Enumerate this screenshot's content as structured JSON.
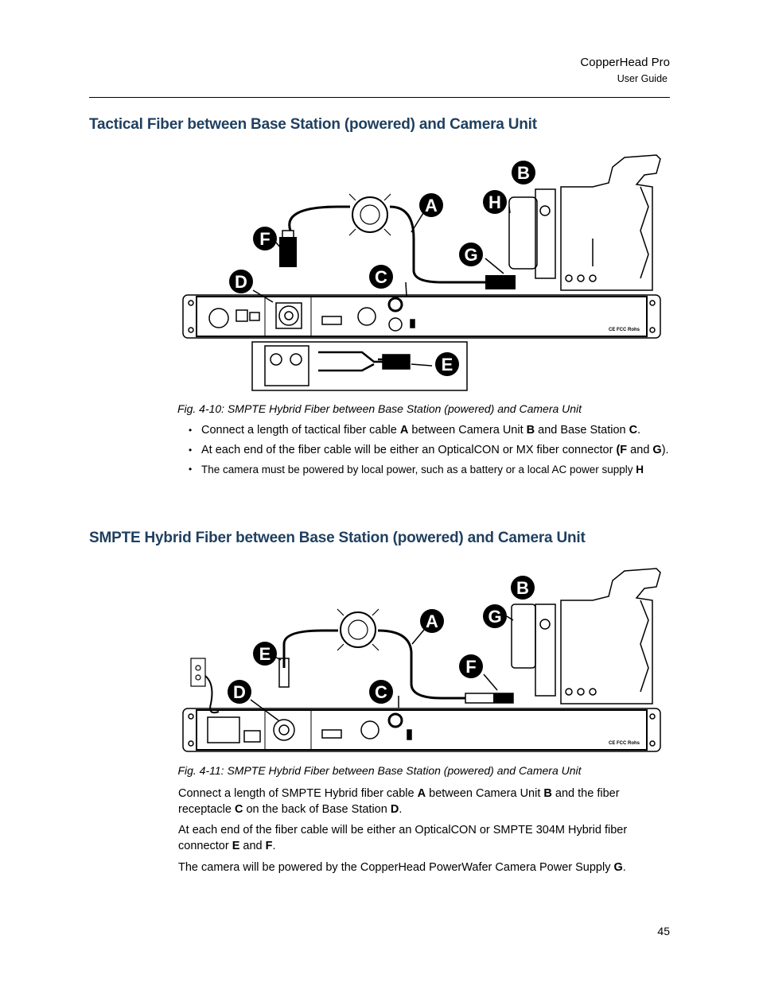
{
  "header": {
    "title": "CopperHead Pro",
    "subtitle": "User Guide"
  },
  "section1": {
    "heading": "Tactical Fiber between Base Station (powered) and Camera Unit",
    "figure_labels": [
      "A",
      "B",
      "C",
      "D",
      "E",
      "F",
      "G",
      "H"
    ],
    "caption": "Fig. 4-10: SMPTE Hybrid Fiber between Base Station (powered) and Camera Unit",
    "bullets": [
      [
        {
          "t": "Connect a length of tactical fiber cable "
        },
        {
          "t": "A",
          "b": true
        },
        {
          "t": " between Camera Unit "
        },
        {
          "t": "B",
          "b": true
        },
        {
          "t": " and Base Station "
        },
        {
          "t": "C",
          "b": true
        },
        {
          "t": "."
        }
      ],
      [
        {
          "t": "At each end of the fiber cable will be either an OpticalCON or MX fiber connector "
        },
        {
          "t": "(F",
          "b": true
        },
        {
          "t": " and "
        },
        {
          "t": "G",
          "b": true
        },
        {
          "t": ")."
        }
      ],
      [
        {
          "t": "The camera must be powered by local power, such as a battery or a local AC power supply "
        },
        {
          "t": "H",
          "b": true
        }
      ]
    ]
  },
  "section2": {
    "heading": "SMPTE Hybrid Fiber between Base Station (powered) and Camera Unit",
    "figure_labels": [
      "A",
      "B",
      "C",
      "D",
      "E",
      "F",
      "G"
    ],
    "caption": "Fig. 4-11: SMPTE Hybrid Fiber between Base Station (powered) and Camera Unit",
    "paragraphs": [
      [
        {
          "t": "Connect a length of SMPTE Hybrid fiber cable "
        },
        {
          "t": "A",
          "b": true
        },
        {
          "t": " between Camera Unit "
        },
        {
          "t": "B",
          "b": true
        },
        {
          "t": " and the fiber receptacle "
        },
        {
          "t": "C",
          "b": true
        },
        {
          "t": " on the back of Base Station "
        },
        {
          "t": "D",
          "b": true
        },
        {
          "t": "."
        }
      ],
      [
        {
          "t": "At each end of the fiber cable will be either an OpticalCON or SMPTE 304M Hybrid fiber connector "
        },
        {
          "t": "E",
          "b": true
        },
        {
          "t": " and "
        },
        {
          "t": "F",
          "b": true
        },
        {
          "t": "."
        }
      ],
      [
        {
          "t": "The camera will be powered by the CopperHead PowerWafer Camera Power Supply "
        },
        {
          "t": "G",
          "b": true
        },
        {
          "t": "."
        }
      ]
    ]
  },
  "page_number": "45"
}
